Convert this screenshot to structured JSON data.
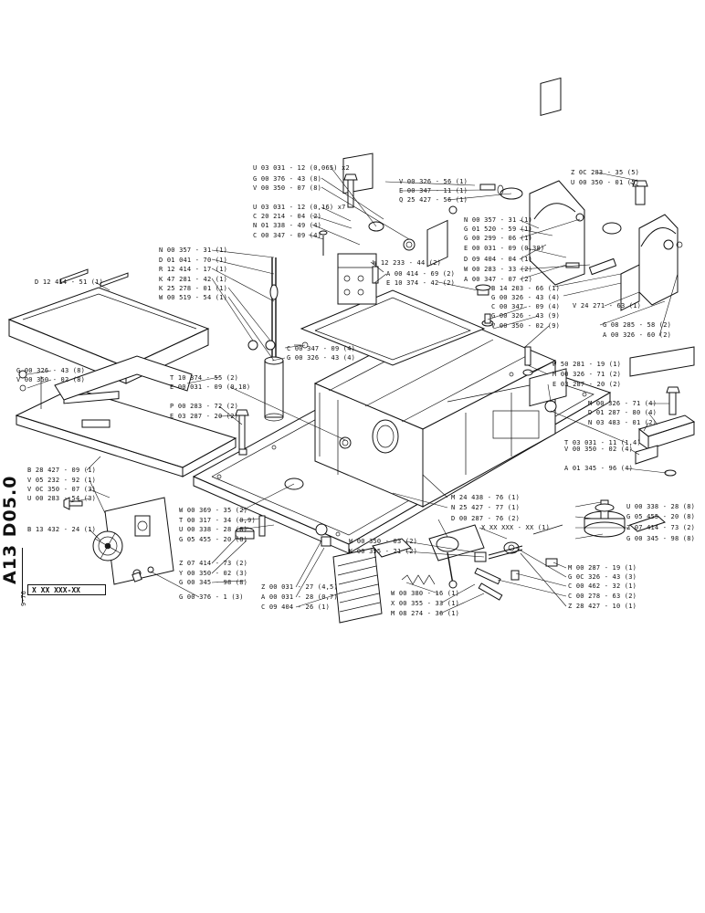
{
  "drawing_code": "A13 D05.0",
  "date_code": "9-76",
  "reference_box": "X XX XXX-XX",
  "labels": {
    "u0301112x2": "U 03 031 - 12 (0,065) x2",
    "g0037643_8": "G 00 376 - 43 (8)",
    "v0035007_8": "V 00 350 - 07 (8)",
    "u0301112_016": "U 03 031 - 12 (0,16) x7",
    "c2021404": "C 20 214 - 04 (2)",
    "n0133849": "N 01 338 - 49 (4)",
    "c0034709_top": "C 00 347 - 09 (4)",
    "n0035731": "N 00 357 - 31 (1)",
    "d0104170": "D 01 041 - 70 (1)",
    "r1241417": "R 12 414 - 17 (1)",
    "k4728142": "K 47 281 - 42 (1)",
    "k2527801": "K 25 278 - 01 (1)",
    "w0051954": "W 00 519 - 54 (1)",
    "d1241451": "D 12 414 - 51 (1)",
    "w1223344": "W 12 233 - 44 (2)",
    "a0041469": "A 00 414 - 69 (2)",
    "e1037442": "E 10 374 - 42 (2)",
    "c0034709_mid": "C 00 347 - 09 (4)",
    "g0032643_4": "G 00 326 - 43 (4)",
    "g0032643_8_left": "G 00 326 - 43 (8)",
    "v0035002_8": "V 00 350 - 02 (8)",
    "t1037455": "T 10 374 - 55 (2)",
    "e0003109_018": "E 00 031 - 09 (0,18)",
    "p0028372": "P 00 283 - 72 (2)",
    "e0328720_2": "E 03 287 - 20 (2)",
    "b2842709": "B 28 427 - 09 (1)",
    "v0523292": "V 05 232 - 92 (1)",
    "v0035007_3": "V 0C 350 - 07 (3)",
    "u0028354": "U 00 283 - 54 (3)",
    "b1343224": "B 13 432 - 24 (1)",
    "v0032656": "V 00 326 - 56 (1)",
    "e0034711": "E 00 347 - 11 (1)",
    "q2542756": "Q 25 427 - 56 (1)",
    "n0035731_r": "N 00 357 - 31 (1)",
    "g0152059": "G 01 520 - 59 (1)",
    "g0029906": "G 00 299 - 06 (1)",
    "e0003109_038": "E 00 031 - 09 (0,38)",
    "d0940404": "D 09 404 - 04 (1)",
    "w0028333": "W 00 283 - 33 (2)",
    "a0034707": "A 00 347 - 07 (2)",
    "b1420366": "B 14 203 - 66 (1)",
    "z0028335": "Z 0C 283 - 35 (5)",
    "u0035001": "U 00 350 - 01 (5)",
    "g0032643_4r": "G 00 326 - 43 (4)",
    "c0034709_r": "C 00 347 - 09 (4)",
    "g0032643_9": "G 00 326 - 43 (9)",
    "v0035002_9": "V 00 350 - 02 (9)",
    "v2427163": "V 24 271 - 63 (1)",
    "g0828558": "G 08 285 - 58 (2)",
    "a0032660": "A 00 326 - 60 (2)",
    "w5028119": "W 50 281 - 19 (1)",
    "m0032671_2": "M 00 326 - 71 (2)",
    "e0328720_r": "E 03 287 - 20 (2)",
    "m0032671_4": "M 00 326 - 71 (4)",
    "d0128780": "D 01 287 - 80 (4)",
    "n0348301": "N 03 483 - 01 (2)",
    "t0303111": "T 03 031 - 11 (1,4)",
    "v0035002_4": "V 00 350 - 02 (4)",
    "a0134596": "A 01 345 - 96 (4)",
    "m2443876": "M 24 438 - 76 (1)",
    "n2542777": "N 25 427 - 77 (1)",
    "w0036935": "W 00 369 - 35 (2)",
    "t0031734": "T 00 317 - 34 (0,9)",
    "u0033828_8": "U 00 338 - 28 (8)",
    "g0545520_8": "G 05 455 - 20 (8)",
    "u0033828_r": "U 00 338 - 28 (8)",
    "g0545520_r": "G 05 455 - 20 (8)",
    "z0741473_r": "Z 07 414 - 73 (2)",
    "g0034598_r": "G 00 345 - 98 (8)",
    "d0028776": "D 00 287 - 76 (2)",
    "xxxx_1": "X XX XXX - XX (1)",
    "w0035003": "W 00 350 - 03 (2)",
    "k0035521": "K 00 355 - 21 (2)",
    "z0741473": "Z 07 414 - 73 (2)",
    "y0035002": "Y 00 350 - 02 (3)",
    "g0034598_8": "G 00 345 - 98 (8)",
    "g0037613": "G 00 376 - 1 (3)",
    "z0003127": "Z 00 031 - 27 (4,5)",
    "a0003128": "A 00 031 - 28 (0,7)",
    "c0940426": "C 09 404 - 26 (1)",
    "w0038016": "W 00 380 - 16 (1)",
    "x0035533": "X 00 355 - 33 (1)",
    "m0827436": "M 08 274 - 36 (1)",
    "m0028719": "M 00 287 - 19 (1)",
    "g0032643_3": "G 0C 326 - 43 (3)",
    "c0046232": "C 00 462 - 32 (1)",
    "c0027863": "C 00 278 - 63 (2)",
    "z2842710": "Z 28 427 - 10 (1)"
  }
}
